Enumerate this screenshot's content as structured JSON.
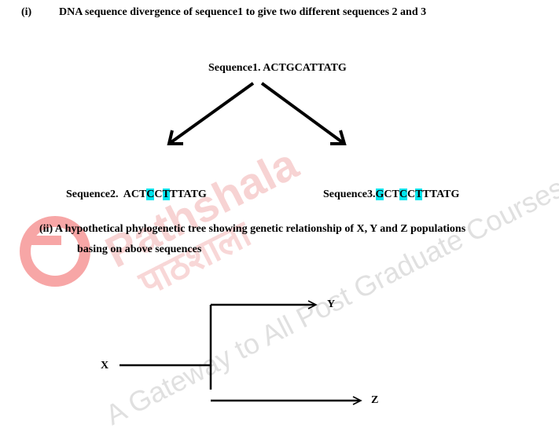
{
  "part_i": {
    "label": "(i)",
    "heading": "DNA sequence divergence of sequence1 to give two different sequences 2 and 3"
  },
  "sequences": {
    "seq1": "Sequence1. ACTGCATTATG",
    "seq2": {
      "prefix": "Sequence2.  ",
      "segments": [
        {
          "text": "ACT",
          "highlight": false
        },
        {
          "text": "C",
          "highlight": true
        },
        {
          "text": "C",
          "highlight": false
        },
        {
          "text": "T",
          "highlight": true
        },
        {
          "text": "TTATG",
          "highlight": false
        }
      ]
    },
    "seq3": {
      "prefix": "Sequence3.",
      "segments": [
        {
          "text": "G",
          "highlight": true
        },
        {
          "text": "CT",
          "highlight": false
        },
        {
          "text": "C",
          "highlight": true
        },
        {
          "text": "C",
          "highlight": false
        },
        {
          "text": "T",
          "highlight": true
        },
        {
          "text": "TTATG",
          "highlight": false
        }
      ]
    },
    "highlight_color": "#00e5ee"
  },
  "part_ii": {
    "line1": "(ii) A hypothetical phylogenetic tree showing genetic relationship of X, Y and Z populations",
    "line2": "basing on above sequences"
  },
  "tree": {
    "root_label": "X",
    "leaf_top": "Y",
    "leaf_bottom": "Z"
  },
  "watermark": {
    "brand": "Pathshala",
    "hindi": "पाठशाला",
    "tagline": "A Gateway to All Post Graduate Courses",
    "color": "#f2b8b8"
  }
}
